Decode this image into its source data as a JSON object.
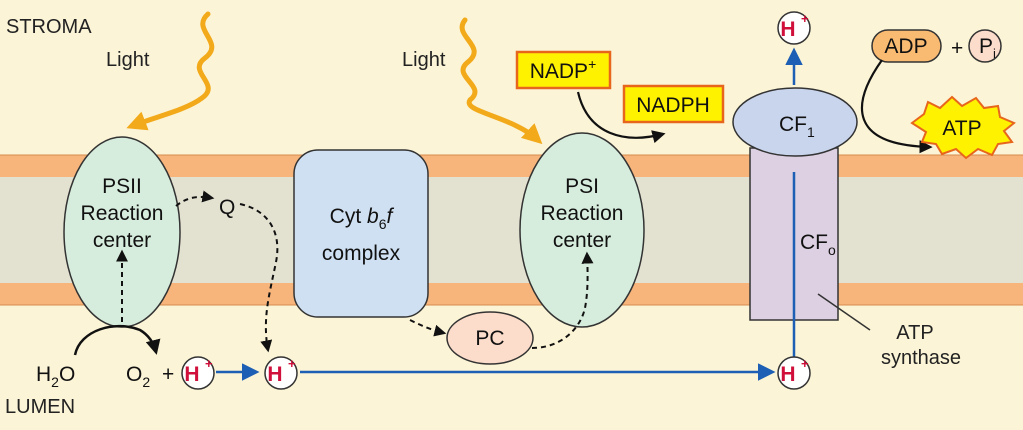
{
  "labels": {
    "stroma": "STROMA",
    "lumen": "LUMEN",
    "light": "Light",
    "h2o": "H",
    "h2o_sub": "2",
    "h2o_o": "O",
    "o2": "O",
    "o2_sub": "2",
    "plus": "+",
    "q": "Q",
    "pc": "PC",
    "h": "H",
    "h_sup": "+"
  },
  "psii": {
    "line1": "PSII",
    "line2": "Reaction",
    "line3": "center"
  },
  "psi": {
    "line1": "PSI",
    "line2": "Reaction",
    "line3": "center"
  },
  "cyt": {
    "prefix": "Cyt ",
    "b": "b",
    "sub": "6",
    "f": "f",
    "line2": "complex"
  },
  "nadp": {
    "text": "NADP",
    "sup": "+"
  },
  "nadph": {
    "text": "NADPH"
  },
  "cf1": {
    "text": "CF",
    "sub": "1"
  },
  "cfo": {
    "text": "CF",
    "sub": "o"
  },
  "adp": {
    "text": "ADP"
  },
  "pi": {
    "text": "P",
    "sub": "i"
  },
  "atp": {
    "text": "ATP"
  },
  "synthase": {
    "line1": "ATP",
    "line2": "synthase"
  },
  "colors": {
    "background": "#fbf4d6",
    "membrane_orange": "#f7b57c",
    "membrane_core": "#e3e1d0",
    "psii_fill": "#d6ecdc",
    "cyt_fill": "#cfe0f2",
    "cf1_fill": "#c9d5ec",
    "cfo_fill": "#ddd0e2",
    "light_wave": "#f2a91a",
    "proton_arrow": "#1d5fb4",
    "proton_text": "#d0103a",
    "nadp_fill": "#fff200",
    "nadp_border": "#e8661c",
    "adp_fill": "#f9bb72",
    "pc_fill": "#fcdcca"
  }
}
